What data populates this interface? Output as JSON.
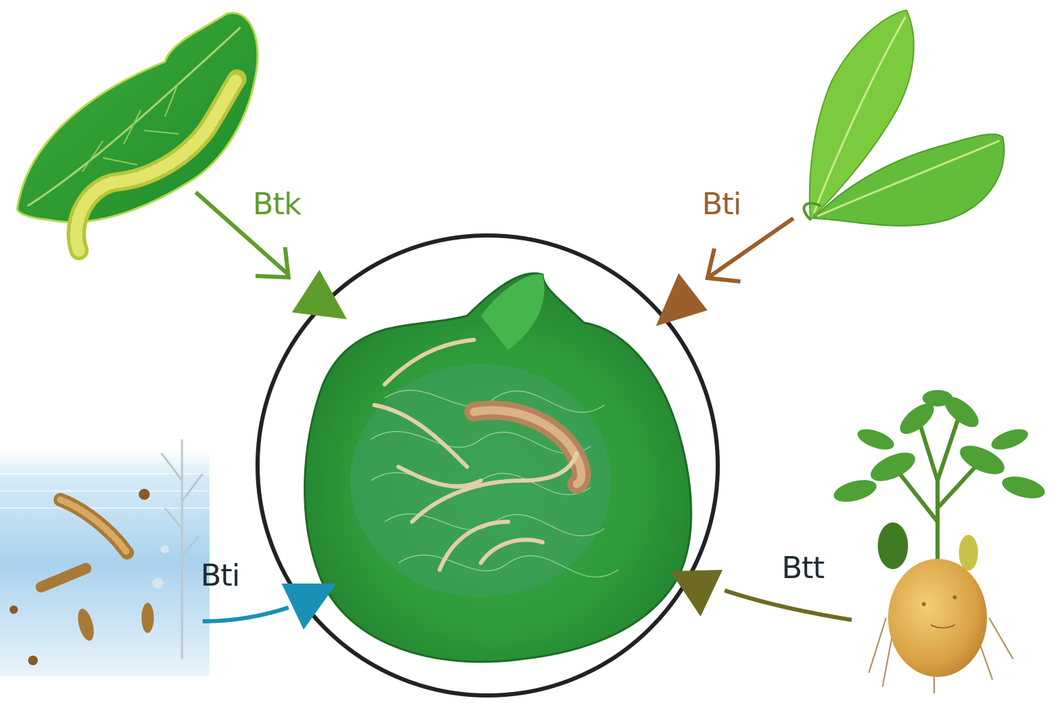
{
  "labels": {
    "top_left": "Btk",
    "top_right": "Bti",
    "bottom_left": "Bti",
    "bottom_right": "Btt"
  },
  "colors": {
    "btk": "#5e9d2c",
    "bti_top": "#9a5f2a",
    "bti_bottom": "#1a90b4",
    "btt": "#6e6a22",
    "ring": "#222222"
  },
  "icons": {
    "top_left": "caterpillar-on-leaf-icon",
    "top_right": "green-leaves-icon",
    "bottom_left": "aquatic-larvae-icon",
    "bottom_right": "potato-plant-icon",
    "center": "infected-larva-in-leaf-icon"
  }
}
